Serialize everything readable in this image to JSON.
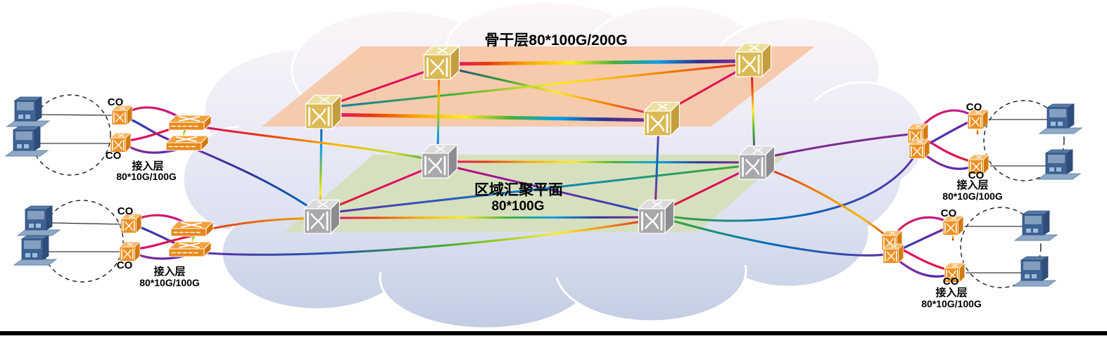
{
  "labels": {
    "backbone_title": "骨干层80*100G/200G",
    "aggregation_title_line1": "区域汇聚平面",
    "aggregation_title_line2": "80*100G",
    "access_layer_line1": "接入层",
    "access_layer_line2": "80*10G/100G",
    "co": "CO"
  },
  "layers": {
    "backbone": {
      "title": "骨干层80*100G/200G",
      "node_count": 4,
      "plane_color": "#f6c7a5",
      "node_color": "#dcba55",
      "topology": "full-mesh"
    },
    "aggregation": {
      "title": "区域汇聚平面 80*100G",
      "node_count": 4,
      "plane_color": "#d5dfb8",
      "node_color": "#a8a8ad",
      "topology": "full-mesh"
    },
    "access": {
      "title": "接入层 80*10G/100G",
      "site_count": 4,
      "co_per_site": 2,
      "edge_switch_color": "#ee9122",
      "customer_device_color": "#3d6293"
    }
  },
  "icons": {
    "core_node": "otn-cross-connect-cube",
    "aggregation_node": "otn-cross-connect-cube",
    "co_node": "otn-switch-small-cube",
    "edge_switch": "ethernet-switch-flat",
    "customer_device": "access-equipment-shelf",
    "site_boundary": "dashed-circle",
    "cloud": "network-cloud"
  },
  "colors": {
    "cloud_top": "#fcf6f6",
    "cloud_bottom": "#c2cce2",
    "backbone_plane": "#f6c7a5",
    "aggregation_plane": "#d5dfb8",
    "bottom_bar": "#000000"
  }
}
